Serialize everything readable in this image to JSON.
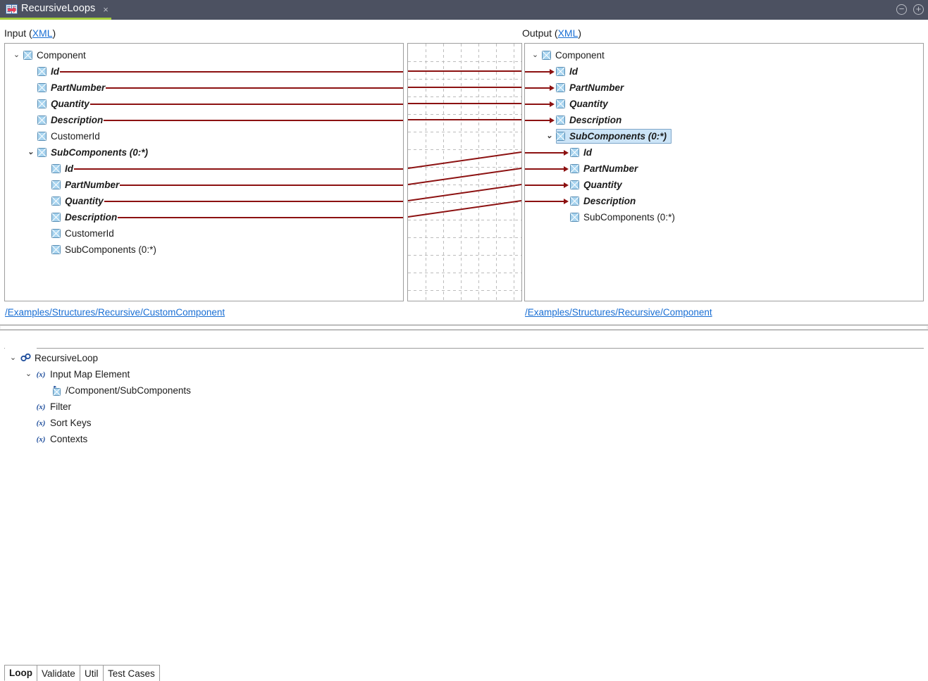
{
  "titlebar": {
    "tab_label": "RecursiveLoops",
    "tab_icon": "mapping-document-icon",
    "close_label": "×",
    "minimize_label": "−",
    "maximize_label": "+"
  },
  "input_panel": {
    "header_prefix": "Input (",
    "header_link": "XML",
    "header_suffix": ")",
    "path": "/Examples/Structures/Recursive/CustomComponent",
    "nodes": [
      {
        "label": "Component",
        "depth": 0,
        "expanded": true,
        "mapped": false
      },
      {
        "label": "Id",
        "depth": 1,
        "expanded": null,
        "mapped": true
      },
      {
        "label": "PartNumber",
        "depth": 1,
        "expanded": null,
        "mapped": true
      },
      {
        "label": "Quantity",
        "depth": 1,
        "expanded": null,
        "mapped": true
      },
      {
        "label": "Description",
        "depth": 1,
        "expanded": null,
        "mapped": true
      },
      {
        "label": "CustomerId",
        "depth": 1,
        "expanded": null,
        "mapped": false
      },
      {
        "label": "SubComponents (0:*)",
        "depth": 1,
        "expanded": true,
        "mapped": true
      },
      {
        "label": "Id",
        "depth": 2,
        "expanded": null,
        "mapped": true
      },
      {
        "label": "PartNumber",
        "depth": 2,
        "expanded": null,
        "mapped": true
      },
      {
        "label": "Quantity",
        "depth": 2,
        "expanded": null,
        "mapped": true
      },
      {
        "label": "Description",
        "depth": 2,
        "expanded": null,
        "mapped": true
      },
      {
        "label": "CustomerId",
        "depth": 2,
        "expanded": null,
        "mapped": false
      },
      {
        "label": "SubComponents (0:*)",
        "depth": 2,
        "expanded": null,
        "mapped": false
      }
    ]
  },
  "output_panel": {
    "header_prefix": "Output (",
    "header_link": "XML",
    "header_suffix": ")",
    "path": "/Examples/Structures/Recursive/Component",
    "nodes": [
      {
        "label": "Component",
        "depth": 0,
        "expanded": true,
        "mapped": false,
        "arrow": false,
        "selected": false
      },
      {
        "label": "Id",
        "depth": 1,
        "expanded": null,
        "mapped": true,
        "arrow": true,
        "selected": false
      },
      {
        "label": "PartNumber",
        "depth": 1,
        "expanded": null,
        "mapped": true,
        "arrow": true,
        "selected": false
      },
      {
        "label": "Quantity",
        "depth": 1,
        "expanded": null,
        "mapped": true,
        "arrow": true,
        "selected": false
      },
      {
        "label": "Description",
        "depth": 1,
        "expanded": null,
        "mapped": true,
        "arrow": true,
        "selected": false
      },
      {
        "label": "SubComponents (0:*)",
        "depth": 1,
        "expanded": true,
        "mapped": true,
        "arrow": false,
        "selected": true
      },
      {
        "label": "Id",
        "depth": 2,
        "expanded": null,
        "mapped": true,
        "arrow": true,
        "selected": false
      },
      {
        "label": "PartNumber",
        "depth": 2,
        "expanded": null,
        "mapped": true,
        "arrow": true,
        "selected": false
      },
      {
        "label": "Quantity",
        "depth": 2,
        "expanded": null,
        "mapped": true,
        "arrow": true,
        "selected": false
      },
      {
        "label": "Description",
        "depth": 2,
        "expanded": null,
        "mapped": true,
        "arrow": true,
        "selected": false
      },
      {
        "label": "SubComponents (0:*)",
        "depth": 2,
        "expanded": null,
        "mapped": false,
        "arrow": false,
        "selected": false
      }
    ]
  },
  "mapping_lines": {
    "straight_rows": [
      1,
      2,
      3,
      4
    ],
    "diagonal_pairs": [
      {
        "from_row": 7,
        "to_row": 6
      },
      {
        "from_row": 8,
        "to_row": 7
      },
      {
        "from_row": 9,
        "to_row": 8
      },
      {
        "from_row": 10,
        "to_row": 9
      }
    ],
    "line_color": "#8c1111"
  },
  "bottom": {
    "tabs": [
      {
        "label": "Loop",
        "active": true
      },
      {
        "label": "Validate",
        "active": false
      },
      {
        "label": "Util",
        "active": false
      },
      {
        "label": "Test Cases",
        "active": false
      }
    ],
    "tree": [
      {
        "label": "RecursiveLoop",
        "depth": 0,
        "expanded": true,
        "icon": "loop-chain-icon"
      },
      {
        "label": "Input Map Element",
        "depth": 1,
        "expanded": true,
        "icon": "function-xy-icon"
      },
      {
        "label": "/Component/SubComponents",
        "depth": 2,
        "expanded": null,
        "icon": "xml-node-ref-icon"
      },
      {
        "label": "Filter",
        "depth": 1,
        "expanded": null,
        "icon": "function-xy-icon"
      },
      {
        "label": "Sort Keys",
        "depth": 1,
        "expanded": null,
        "icon": "function-xy-icon"
      },
      {
        "label": "Contexts",
        "depth": 1,
        "expanded": null,
        "icon": "function-xy-icon"
      }
    ]
  },
  "colors": {
    "titlebar_bg": "#4c5161",
    "tab_accent": "#a4cc3c",
    "link": "#1a6fd4",
    "mapping_line": "#8c1111",
    "selection_bg": "#cce4f7",
    "node_icon_fill": "#a8d4ef"
  }
}
